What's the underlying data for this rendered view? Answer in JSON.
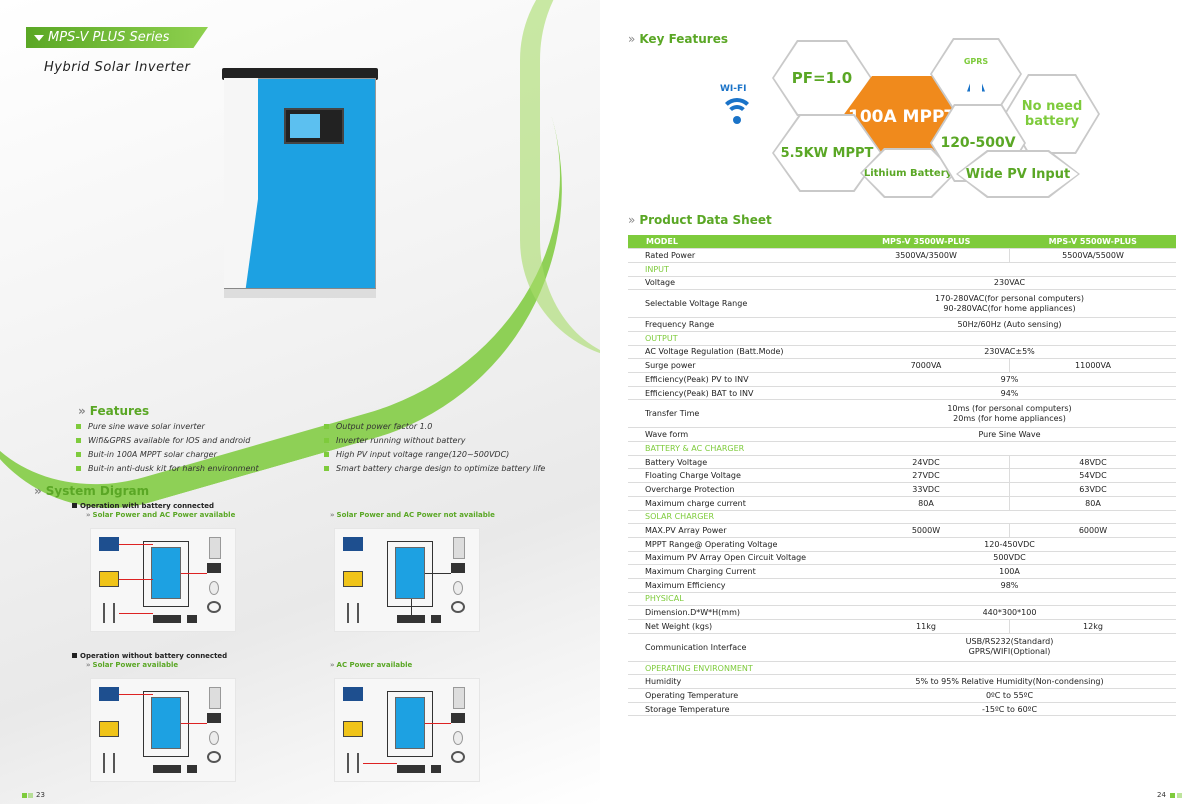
{
  "left": {
    "series": "MPS-V PLUS Series",
    "product": "Hybrid Solar Inverter",
    "features_title": "Features",
    "features_left": [
      "Pure sine wave solar inverter",
      "Wifi&GPRS available for IOS and android",
      "Buit-in 100A MPPT solar charger",
      "Buit-in anti-dusk kit for harsh environment"
    ],
    "features_right": [
      "Output power factor 1.0",
      "Inverter running without battery",
      "High PV input voltage range(120~500VDC)",
      "Smart battery charge design to optimize battery life"
    ],
    "system_title": "System Digram",
    "op_with": "Operation with battery connected",
    "op_with_a": "Solar Power and AC Power available",
    "op_with_b": "Solar Power and AC Power not available",
    "op_without": "Operation without battery connected",
    "op_without_a": "Solar Power available",
    "op_without_b": "AC Power available",
    "page_number": "23"
  },
  "right": {
    "key_features_title": "Key Features",
    "hex": {
      "wifi": "WI-FI",
      "pf": "PF=1.0",
      "mppt100": "100A  MPPT",
      "gprs": "GPRS",
      "no_battery": "No need battery",
      "mppt55": "5.5KW MPPT",
      "lithium": "Lithium Battery",
      "voltage": "120-500V",
      "wide_pv": "Wide PV Input"
    },
    "datasheet_title": "Product Data Sheet",
    "table": {
      "head": [
        "MODEL",
        "MPS-V 3500W-PLUS",
        "MPS-V 5500W-PLUS"
      ],
      "rated_power": [
        "Rated Power",
        "3500VA/3500W",
        "5500VA/5500W"
      ],
      "input": "INPUT",
      "voltage": [
        "Voltage",
        "230VAC"
      ],
      "sel_voltage": [
        "Selectable Voltage Range",
        "170-280VAC(for personal computers)",
        "90-280VAC(for home appliances)"
      ],
      "freq": [
        "Frequency Range",
        "50Hz/60Hz (Auto sensing)"
      ],
      "output": "OUTPUT",
      "ac_reg": [
        "AC Voltage Regulation (Batt.Mode)",
        "230VAC±5%"
      ],
      "surge": [
        "Surge power",
        "7000VA",
        "11000VA"
      ],
      "eff_pv": [
        "Efficiency(Peak) PV to INV",
        "97%"
      ],
      "eff_bat": [
        "Efficiency(Peak) BAT to INV",
        "94%"
      ],
      "transfer": [
        "Transfer Time",
        "10ms (for personal computers)",
        "20ms (for home appliances)"
      ],
      "wave": [
        "Wave form",
        "Pure Sine Wave"
      ],
      "battery_cat": "BATTERY & AC CHARGER",
      "bat_v": [
        "Battery Voltage",
        "24VDC",
        "48VDC"
      ],
      "float": [
        "Floating Charge Voltage",
        "27VDC",
        "54VDC"
      ],
      "over": [
        "Overcharge Protection",
        "33VDC",
        "63VDC"
      ],
      "max_cur": [
        "Maximum charge current",
        "80A",
        "80A"
      ],
      "solar_cat": "SOLAR CHARGER",
      "max_pv": [
        "MAX.PV Array Power",
        "5000W",
        "6000W"
      ],
      "mppt_range": [
        "MPPT  Range@ Operating Voltage",
        "120-450VDC"
      ],
      "max_open": [
        "Maximum PV Array Open Circuit Voltage",
        "500VDC"
      ],
      "max_charge": [
        "Maximum Charging Current",
        "100A"
      ],
      "max_eff": [
        "Maximum Efficiency",
        "98%"
      ],
      "physical_cat": "PHYSICAL",
      "dim": [
        "Dimension.D*W*H(mm)",
        "440*300*100"
      ],
      "weight": [
        "Net Weight (kgs)",
        "11kg",
        "12kg"
      ],
      "comm": [
        "Communication Interface",
        "USB/RS232(Standard)",
        "GPRS/WIFI(Optional)"
      ],
      "env_cat": "OPERATING ENVIRONMENT",
      "humidity": [
        "Humidity",
        "5% to 95% Relative Humidity(Non-condensing)"
      ],
      "op_temp": [
        "Operating Temperature",
        "0ºC to 55ºC"
      ],
      "st_temp": [
        "Storage Temperature",
        "-15ºC to 60ºC"
      ]
    },
    "page_number": "24"
  },
  "colors": {
    "accent": "#7ecb3c",
    "accent_dark": "#5aa725",
    "orange": "#f08a1c",
    "blue": "#1da1e2"
  }
}
